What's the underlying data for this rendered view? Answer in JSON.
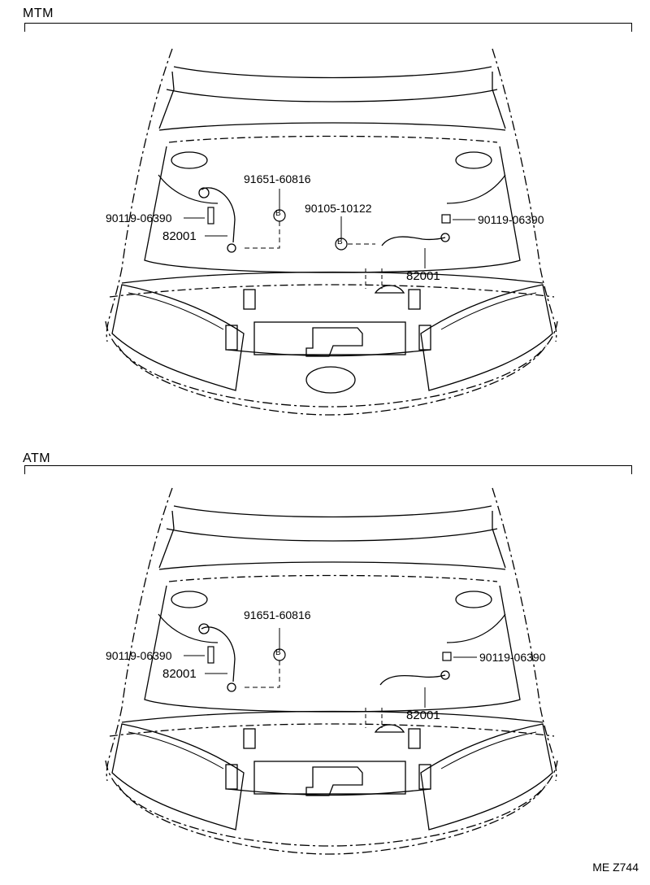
{
  "sections": [
    {
      "title": "MTM",
      "labels": {
        "part_91651": "91651-60816",
        "part_90105": "90105-10122",
        "bolt_left": "90119-06390",
        "bolt_right": "90119-06390",
        "cable_left": "82001",
        "cable_right": "82001",
        "marker": "B"
      }
    },
    {
      "title": "ATM",
      "labels": {
        "part_91651": "91651-60816",
        "bolt_left": "90119-06390",
        "bolt_right": "90119-06390",
        "cable_left": "82001",
        "cable_right": "82001",
        "marker": "B"
      }
    }
  ],
  "diagram_code": "ME Z744"
}
